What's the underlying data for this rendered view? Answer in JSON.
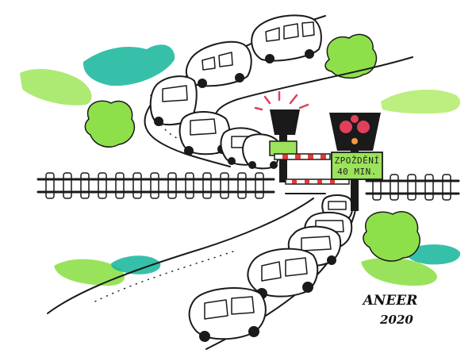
{
  "sign": {
    "line1": "ZPOŽDĚNÍ",
    "line2": "40 MIN."
  },
  "signature": {
    "name": "ANEER",
    "year": "2020"
  },
  "colors": {
    "ink": "#1a1a1a",
    "light_green": "#8ee04a",
    "teal": "#14b59a",
    "signal_red": "#e0405a",
    "sign_green": "#9be35a",
    "barrier_red": "#e23b3b"
  }
}
